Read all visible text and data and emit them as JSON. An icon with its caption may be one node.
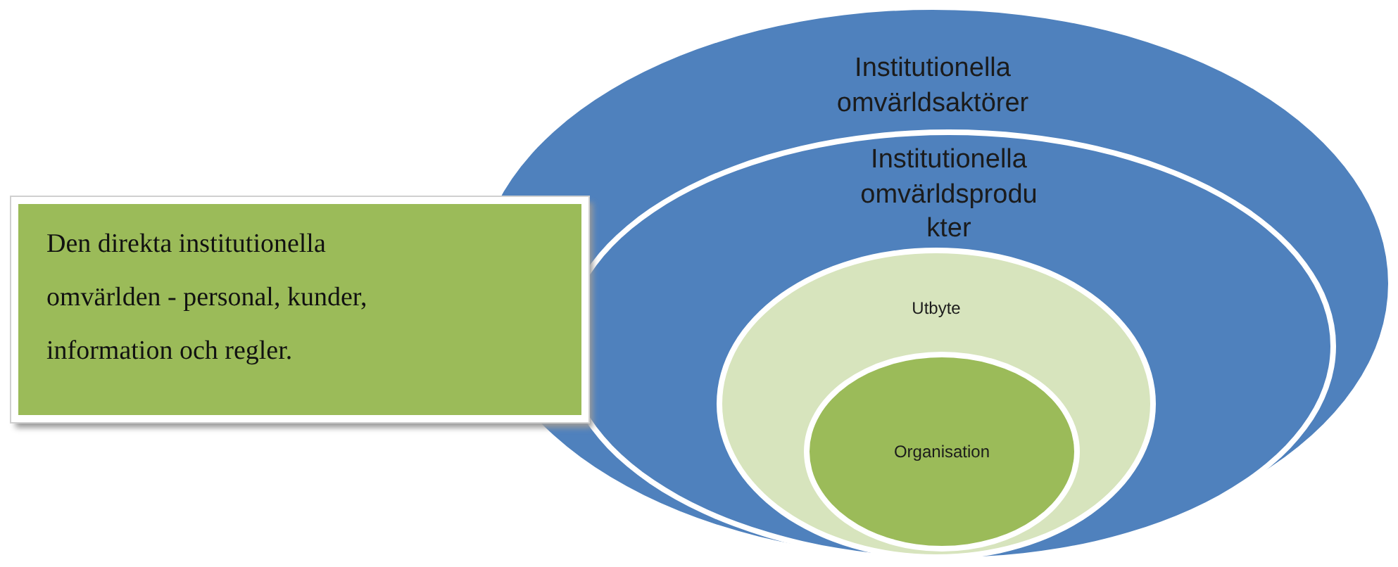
{
  "diagram": {
    "nodes": [
      {
        "text": [
          "Institutionella omvärldsaktörer"
        ]
      },
      {
        "text": [
          "Institutionella omvärldsprodu kter"
        ],
        "in": 0
      },
      {
        "text": [
          "Utbyte"
        ],
        "in": 1
      },
      {
        "text": [
          "Organisation"
        ],
        "in": 2
      },
      {
        "text": [
          "Den direkta institutionella omvärlden - personal, kunder, information och regler."
        ]
      }
    ]
  }
}
